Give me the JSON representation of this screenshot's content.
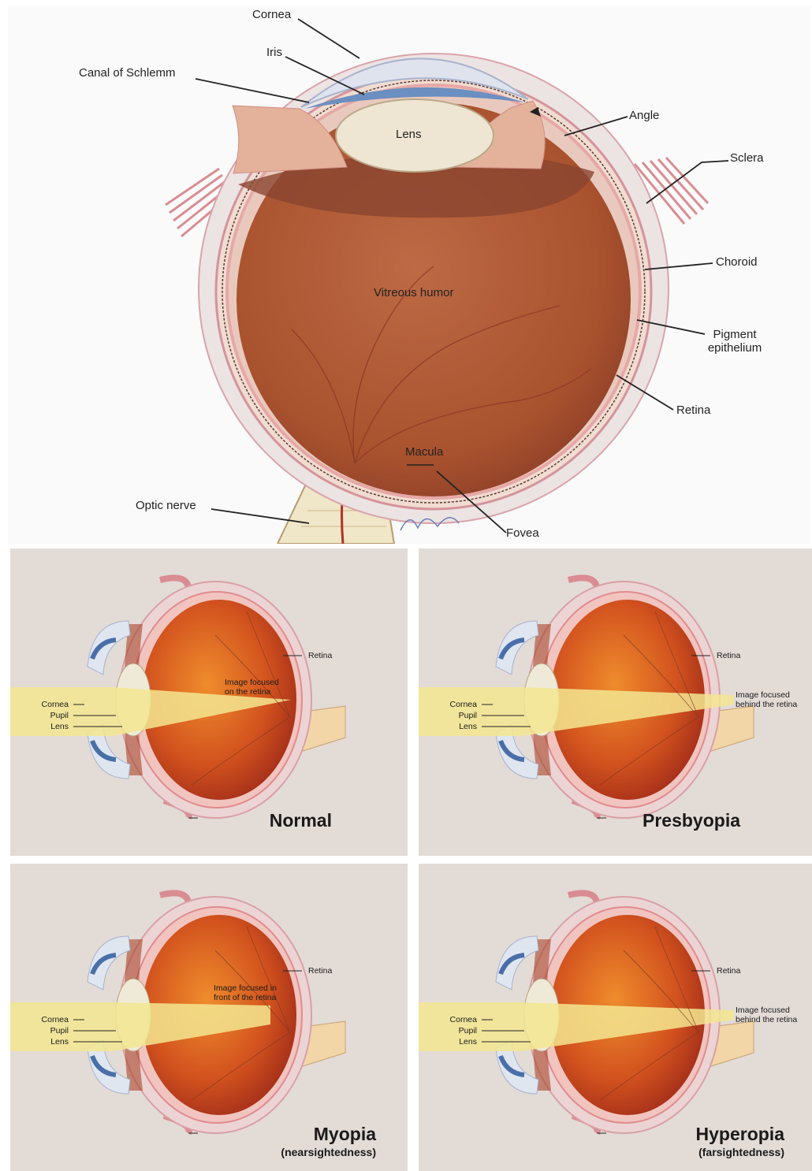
{
  "anatomy": {
    "labels": {
      "cornea": "Cornea",
      "iris": "Iris",
      "canal": "Canal of Schlemm",
      "angle": "Angle",
      "lens": "Lens",
      "sclera": "Sclera",
      "choroid": "Choroid",
      "pigment": "Pigment\nepithelium",
      "vitreous": "Vitreous humor",
      "retina": "Retina",
      "macula": "Macula",
      "optic": "Optic nerve",
      "fovea": "Fovea"
    }
  },
  "panels": [
    {
      "title": "Normal",
      "subtitle": "",
      "retina": "Retina",
      "cornea": "Cornea",
      "pupil": "Pupil",
      "lens": "Lens",
      "focus_note": "Image focused\non the retina",
      "focus": "on"
    },
    {
      "title": "Presbyopia",
      "subtitle": "",
      "retina": "Retina",
      "cornea": "Cornea",
      "pupil": "Pupil",
      "lens": "Lens",
      "focus_note": "Image focused\nbehind the retina",
      "focus": "behind"
    },
    {
      "title": "Myopia",
      "subtitle": "(nearsightedness)",
      "retina": "Retina",
      "cornea": "Cornea",
      "pupil": "Pupil",
      "lens": "Lens",
      "focus_note": "Image focused in\nfront of the retina",
      "focus": "front"
    },
    {
      "title": "Hyperopia",
      "subtitle": "(farsightedness)",
      "retina": "Retina",
      "cornea": "Cornea",
      "pupil": "Pupil",
      "lens": "Lens",
      "focus_note": "Image focused\nbehind the retina",
      "focus": "behind"
    }
  ],
  "colors": {
    "vitreous": "#b5603a",
    "sclera": "#e9dcdc",
    "panel_bg": "#e3dbd6",
    "light_beam": "#f3e690"
  }
}
